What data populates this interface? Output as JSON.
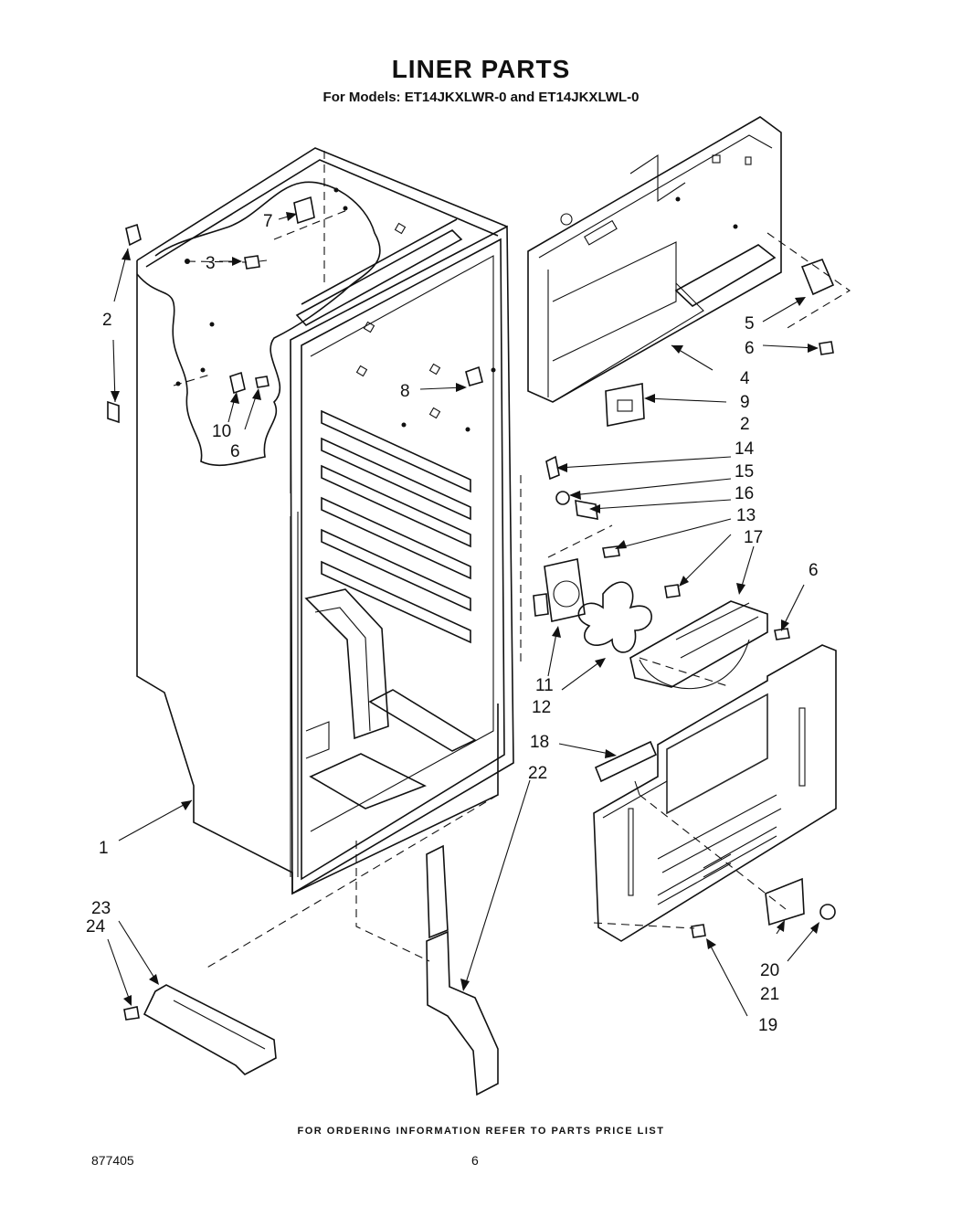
{
  "title": "LINER PARTS",
  "subtitle": "For Models: ET14JKXLWR-0 and ET14JKXLWL-0",
  "footer_note": "FOR ORDERING INFORMATION REFER TO PARTS PRICE LIST",
  "doc_number": "877405",
  "page_number": "6",
  "callouts": [
    {
      "id": "c1",
      "label": "1"
    },
    {
      "id": "c2a",
      "label": "2"
    },
    {
      "id": "c2b",
      "label": "2"
    },
    {
      "id": "c3",
      "label": "3"
    },
    {
      "id": "c4",
      "label": "4"
    },
    {
      "id": "c5",
      "label": "5"
    },
    {
      "id": "c6a",
      "label": "6"
    },
    {
      "id": "c6b",
      "label": "6"
    },
    {
      "id": "c6c",
      "label": "6"
    },
    {
      "id": "c7",
      "label": "7"
    },
    {
      "id": "c8",
      "label": "8"
    },
    {
      "id": "c9",
      "label": "9"
    },
    {
      "id": "c10",
      "label": "10"
    },
    {
      "id": "c11",
      "label": "11"
    },
    {
      "id": "c12",
      "label": "12"
    },
    {
      "id": "c13",
      "label": "13"
    },
    {
      "id": "c14",
      "label": "14"
    },
    {
      "id": "c15",
      "label": "15"
    },
    {
      "id": "c16",
      "label": "16"
    },
    {
      "id": "c17",
      "label": "17"
    },
    {
      "id": "c18",
      "label": "18"
    },
    {
      "id": "c19",
      "label": "19"
    },
    {
      "id": "c20",
      "label": "20"
    },
    {
      "id": "c21",
      "label": "21"
    },
    {
      "id": "c22",
      "label": "22"
    },
    {
      "id": "c23",
      "label": "23"
    },
    {
      "id": "c24",
      "label": "24"
    }
  ]
}
